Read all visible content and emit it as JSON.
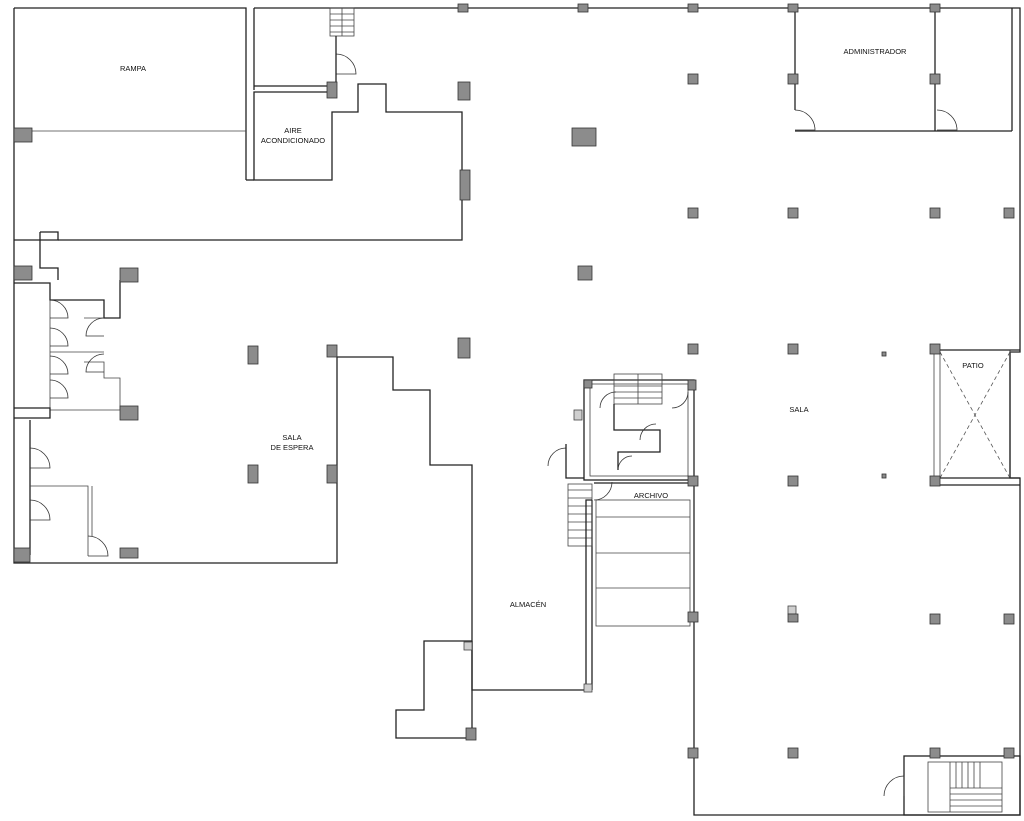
{
  "rooms": {
    "rampa": "RAMPA",
    "aire": "AIRE",
    "acondicionado": "ACONDICIONADO",
    "administrador": "ADMINISTRADOR",
    "patio": "PATIO",
    "sala": "SALA",
    "sala_espera_1": "SALA",
    "sala_espera_2": "DE ESPERA",
    "archivo": "ARCHIVO",
    "almacen": "ALMACÉN"
  },
  "colors": {
    "wall": "#222222",
    "column": "#8c8c8c",
    "background": "#ffffff"
  }
}
